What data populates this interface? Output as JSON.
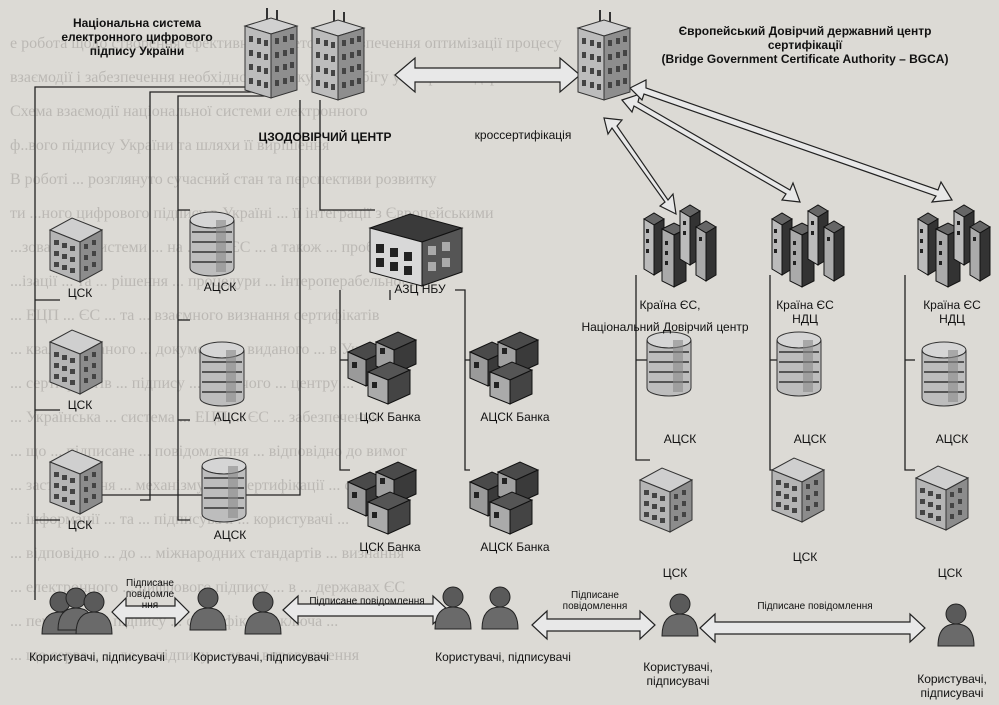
{
  "background": "#dcdad5",
  "colors": {
    "ink": "#222222",
    "arrow_fill": "#e8e8e8",
    "building": "#9a9a9a"
  },
  "nodes": {
    "national_system": "Національна система\nелектронного цифрового\nпідпису України",
    "central_cert_center": "ЦЗОДОВІРЧИЙ ЦЕНТР",
    "cross_cert": "кросcертифікація",
    "bgca": "Європейський Довірчий державний центр\nсертифікації\n(Bridge Government Certificate Authority – BGCA)",
    "azc_nbu": "АЗЦ НБУ",
    "csk": "ЦСК",
    "acsk": "АЦСК",
    "csk_bank": "ЦСК Банка",
    "acsk_bank": "АЦСК Банка",
    "eu_country": "Країна ЄС,",
    "national_trust_center": "Національний Довірчий центр",
    "ndc": "НДЦ",
    "eu_country_ndc_1": "Країна ЄС\nНДЦ",
    "eu_country_ndc_2": "Країна ЄС\nНДЦ"
  },
  "messages": {
    "signed_message_short": "Підписане\nповідомле\nння",
    "signed_message_1": "Підписане повідомлення",
    "signed_message_2": "Підписане\nповідомлення",
    "signed_message_3": "Підписане повідомлення"
  },
  "users": {
    "users_signers": "Користувачі, підписувачі",
    "users_signers_2": "Користувачі, підписувачі",
    "users_signers_3": "Користувачі, підписувачі",
    "users_signers_4": "Користувачі,\nпідписувачі",
    "users_signers_5": "Користувачі,\nпідписувачі"
  },
  "icons": [
    "tower-building-icon",
    "office-building-icon",
    "round-building-icon",
    "bank-building-icon",
    "cube-building-icon",
    "city-cluster-icon",
    "user-icon",
    "double-arrow-icon"
  ],
  "background_text": [
    "е робота щодо створення ефективно... з метою забезпечення оптимізації процесу",
    "взаємодії і забезпечення необхідного ... документообігу у ... органів держ",
    "Схема взаємодії національної системи електронного",
    "ф..вого підпису України та шляхи її вирішення",
    "В роботі ... розглянуто сучасний стан та перспективи розвитку",
    "ти ...ного цифрового підпису в Україні ... її інтеграції з Європейськими",
    "...зованої ... системи ... на ... з ... ЄС ... а також ... проблемами",
    "...ізації ... та ... рішення ... процедури ... інтероперабельності",
    "... ЕЦП ... ЄС ... та ... взаємного визнання сертифікатів",
    "... кваліфікованого ... документа ... виданого ... в Україні",
    "... сертифікатів ... підпису ... довірчого ... центру ...",
    "... Українська ... система ... ЕЦП ... ЄС ... забезпечення",
    "... що ... підписане ... повідомлення ... відповідно до вимог",
    "... застосування ... механізму кросcертифікації ... сторін",
    "... інформації ... та ... підписувачі ... користувачі ...",
    "... відповідно ... до ... міжнародних стандартів ... визнання",
    "... електронного ... цифрового підпису ... в ... державах ЄС",
    "... перевірки ... підпису ... сертифікат ... ключа ...",
    "... що серве... ... до ... підпису ... за ... впровадження"
  ]
}
